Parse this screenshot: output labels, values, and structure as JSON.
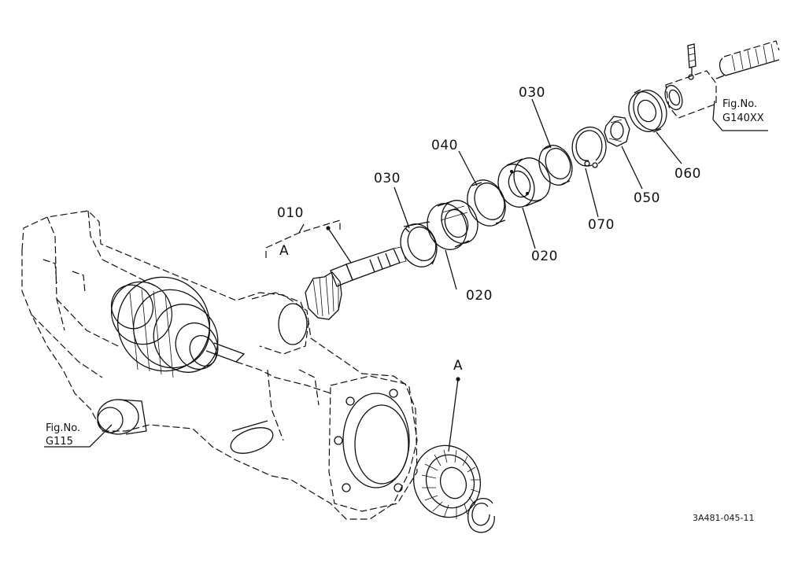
{
  "parts": {
    "p010": "010",
    "p020a": "020",
    "p020b": "020",
    "p030a": "030",
    "p030b": "030",
    "p040": "040",
    "p050": "050",
    "p060": "060",
    "p070": "070"
  },
  "refs": {
    "a_left": "A",
    "a_gear": "A",
    "g140_line1": "Fig.No.",
    "g140_line2": "G140XX",
    "g115_line1": "Fig.No.",
    "g115_line2": "G115"
  },
  "drawing_code": "3A481-045-11"
}
